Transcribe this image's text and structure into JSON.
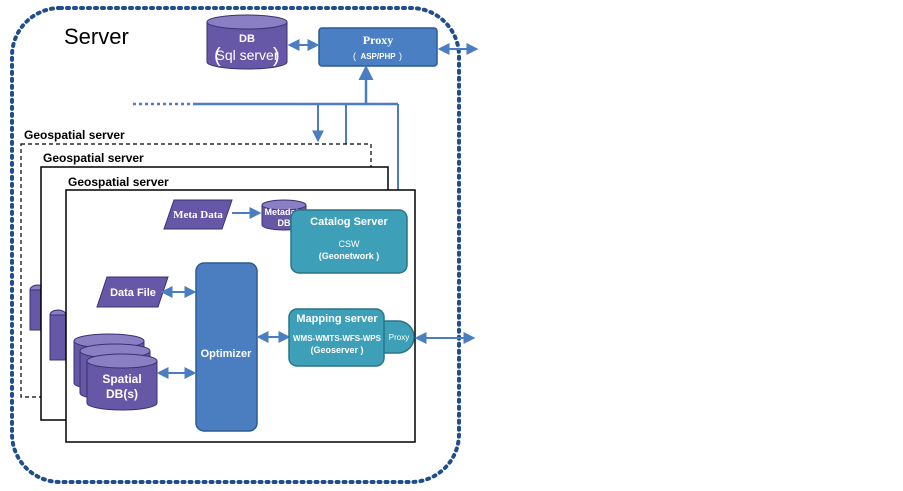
{
  "server": {
    "title": "Server"
  },
  "db": {
    "line1": "DB",
    "line2": "Sql server"
  },
  "proxy": {
    "title": "Proxy",
    "subtitle": "ASP/PHP"
  },
  "geoservers": [
    {
      "label": "Geospatial server"
    },
    {
      "label": "Geospatial server"
    },
    {
      "label": "Geospatial server"
    }
  ],
  "metadata": {
    "label": "Meta Data"
  },
  "metadata_db": {
    "line1": "Metadata",
    "line2": "DB"
  },
  "catalog": {
    "title": "Catalog Server",
    "line1": "CSW",
    "line2": "(Geonetwork )"
  },
  "datafile": {
    "label": "Data File"
  },
  "optimizer": {
    "label": "Optimizer"
  },
  "mapping": {
    "title": "Mapping server",
    "line1": "WMS-WMTS-WFS-WPS",
    "line2": "(Geoserver )",
    "proxy": "Proxy"
  },
  "spatial_db": {
    "line1": "Spatial",
    "line2": "DB(s)"
  },
  "colors": {
    "outline": "#1f4e8c",
    "arrow": "#4a7ec0",
    "purple": "#6658a6",
    "teal": "#3e9fb8",
    "optimizer_blue": "#4a7ec0",
    "proxy_blue": "#4b7fc4"
  }
}
